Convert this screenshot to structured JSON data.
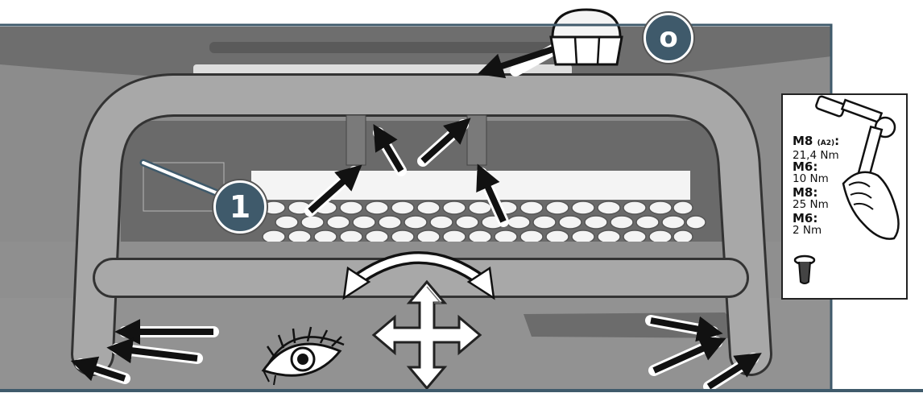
{
  "callouts": {
    "step_number": "1",
    "cap_marker": "o"
  },
  "torque": [
    {
      "size": "M8",
      "note": "(A2)",
      "value": "21,4 Nm"
    },
    {
      "size": "M6",
      "note": "",
      "value": "10 Nm"
    },
    {
      "size": "M8",
      "note": "",
      "value": "25 Nm"
    },
    {
      "size": "M6",
      "note": "",
      "value": "2 Nm"
    }
  ],
  "icons": [
    "wrench-in-hand-icon",
    "cap-nut-icon",
    "rivet-nut-icon",
    "eye-icon",
    "move-cross-arrows-icon",
    "curved-double-arrow-icon"
  ],
  "colors": {
    "accent": "#3f5a6b",
    "photo_bg": "#8d8d8d",
    "bar": "#a7a7a7"
  }
}
